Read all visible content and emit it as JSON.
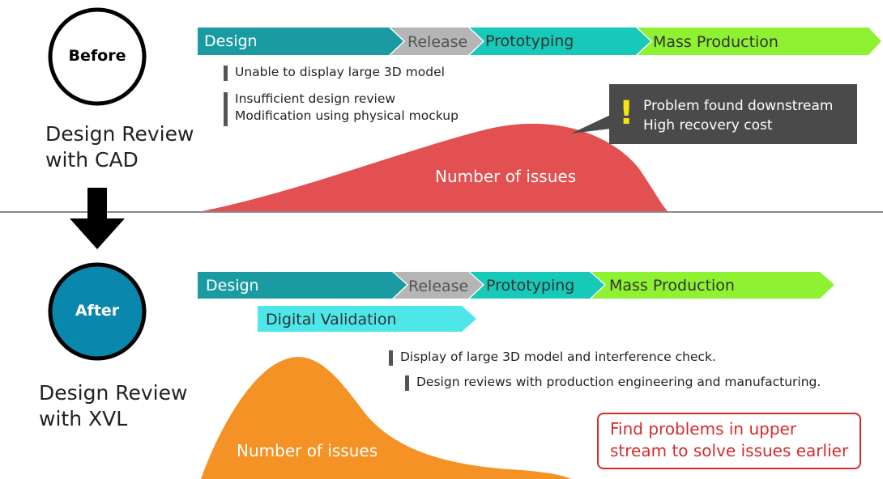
{
  "before": {
    "badge": "Before",
    "caption_line1": "Design Review",
    "caption_line2": "with CAD",
    "stages": [
      "Design",
      "Release",
      "Prototyping",
      "Mass Production"
    ],
    "bullets": [
      "Unable to display large 3D model",
      "Insufficient design review",
      "Modification using physical mockup"
    ],
    "callout_mark": "!",
    "callout_line1": "Problem found downstream",
    "callout_line2": "High recovery cost",
    "curve_label": "Number of issues"
  },
  "after": {
    "badge": "After",
    "caption_line1": "Design Review",
    "caption_line2": "with XVL",
    "stages": [
      "Design",
      "Release",
      "Prototyping",
      "Mass Production"
    ],
    "digital_validation": "Digital Validation",
    "bullets": [
      "Display of large 3D model and interference check.",
      "Design reviews with production engineering and manufacturing."
    ],
    "curve_label": "Number of issues",
    "highlight_line1": "Find problems in upper",
    "highlight_line2": "stream to solve issues earlier"
  },
  "colors": {
    "design": "#1a9ba1",
    "release": "#b5b5b5",
    "prototyping": "#17c9b9",
    "mass_production": "#8ef232",
    "digital_validation": "#4de6e9",
    "before_curve": "#e35051",
    "after_curve": "#f59225",
    "after_circle": "#0a87ad",
    "callout_bg": "#4a4a4a",
    "highlight_border": "#d32c2c"
  }
}
